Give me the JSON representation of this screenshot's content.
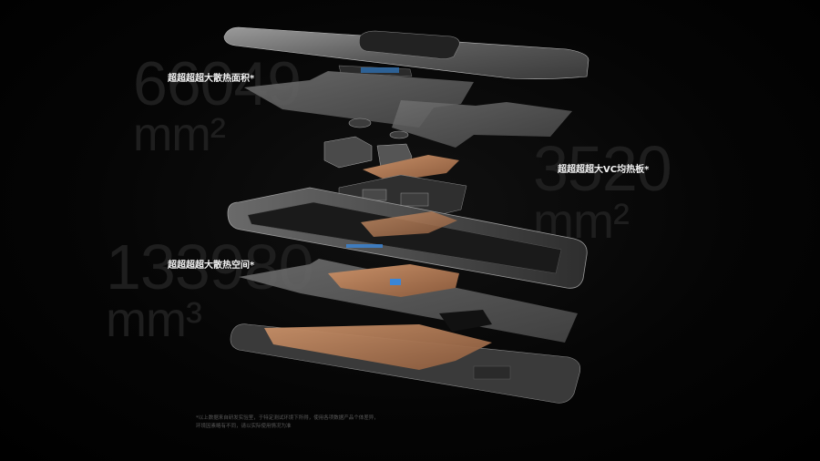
{
  "labels": {
    "area": "超超超超大散热面积*",
    "vc": "超超超超大VC均热板*",
    "space": "超超超超大散热空间*"
  },
  "figures": {
    "area_value": "66049",
    "vc_value": "3520",
    "space_value": "133980",
    "unit_area": "mm²",
    "unit_space": "mm³"
  },
  "footnote": {
    "line1": "*以上数据来自研发实验室，于特定测试环境下所得，使用各项数据产品个体差异，",
    "line2": "环境因素略有不同，请以实际使用情况为准"
  },
  "colors": {
    "background": "#000000",
    "copper": "#b07a55",
    "graphite": "#5b5b5b",
    "frame": "#3a3a3a",
    "accent_blue": "#3a86d8"
  }
}
